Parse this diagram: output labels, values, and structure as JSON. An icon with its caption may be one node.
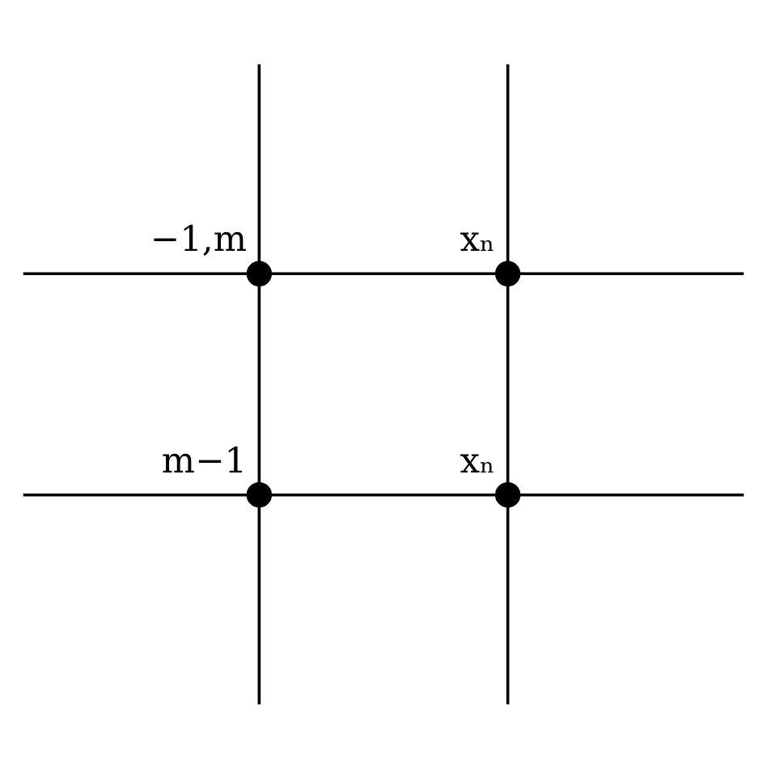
{
  "diagram": {
    "nodes": [
      {
        "text": [],
        "shape": "circle",
        "beside": [
          "−1,m"
        ]
      },
      {
        "text": [],
        "shape": "circle",
        "beside": [
          "xₙ"
        ]
      },
      {
        "text": [],
        "shape": "circle",
        "beside": [
          "m−1"
        ]
      },
      {
        "text": [],
        "shape": "circle",
        "beside": [
          "xₙ"
        ]
      }
    ],
    "edges": [
      {
        "from": 0,
        "to": 1,
        "arrow": "none"
      },
      {
        "from": 0,
        "to": 2,
        "arrow": "none"
      },
      {
        "from": 1,
        "to": 3,
        "arrow": "none"
      },
      {
        "from": 2,
        "to": 3,
        "arrow": "none"
      },
      {
        "from": null,
        "to": 0,
        "arrow": "none"
      },
      {
        "from": null,
        "to": 1,
        "arrow": "none"
      },
      {
        "from": null,
        "to": 0,
        "arrow": "none"
      },
      {
        "from": 1,
        "to": null,
        "arrow": "none"
      },
      {
        "from": null,
        "to": 2,
        "arrow": "none"
      },
      {
        "from": 3,
        "to": null,
        "arrow": "none"
      },
      {
        "from": 2,
        "to": null,
        "arrow": "none"
      },
      {
        "from": 3,
        "to": null,
        "arrow": "none"
      }
    ]
  }
}
